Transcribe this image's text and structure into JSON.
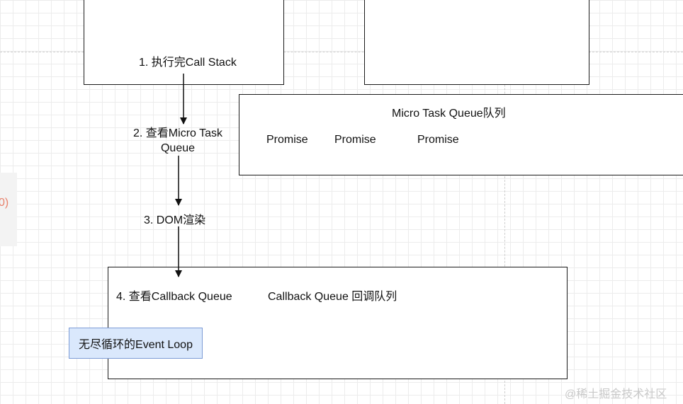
{
  "steps": {
    "step1": "1. 执行完Call Stack",
    "step2_line1": "2. 查看Micro Task",
    "step2_line2": "Queue",
    "step3": "3. DOM渲染",
    "step4": "4. 查看Callback Queue"
  },
  "micro_queue": {
    "title": "Micro Task Queue队列",
    "items": [
      "Promise",
      "Promise",
      "Promise"
    ]
  },
  "callback_queue": {
    "title": "Callback Queue 回调队列"
  },
  "event_loop_label": "无尽循环的Event Loop",
  "left_fragment": "0)",
  "watermark": "@稀土掘金技术社区",
  "colors": {
    "event_loop_fill": "#dae8fc",
    "event_loop_border": "#7d9bd6",
    "fragment_text": "#e8826c"
  }
}
